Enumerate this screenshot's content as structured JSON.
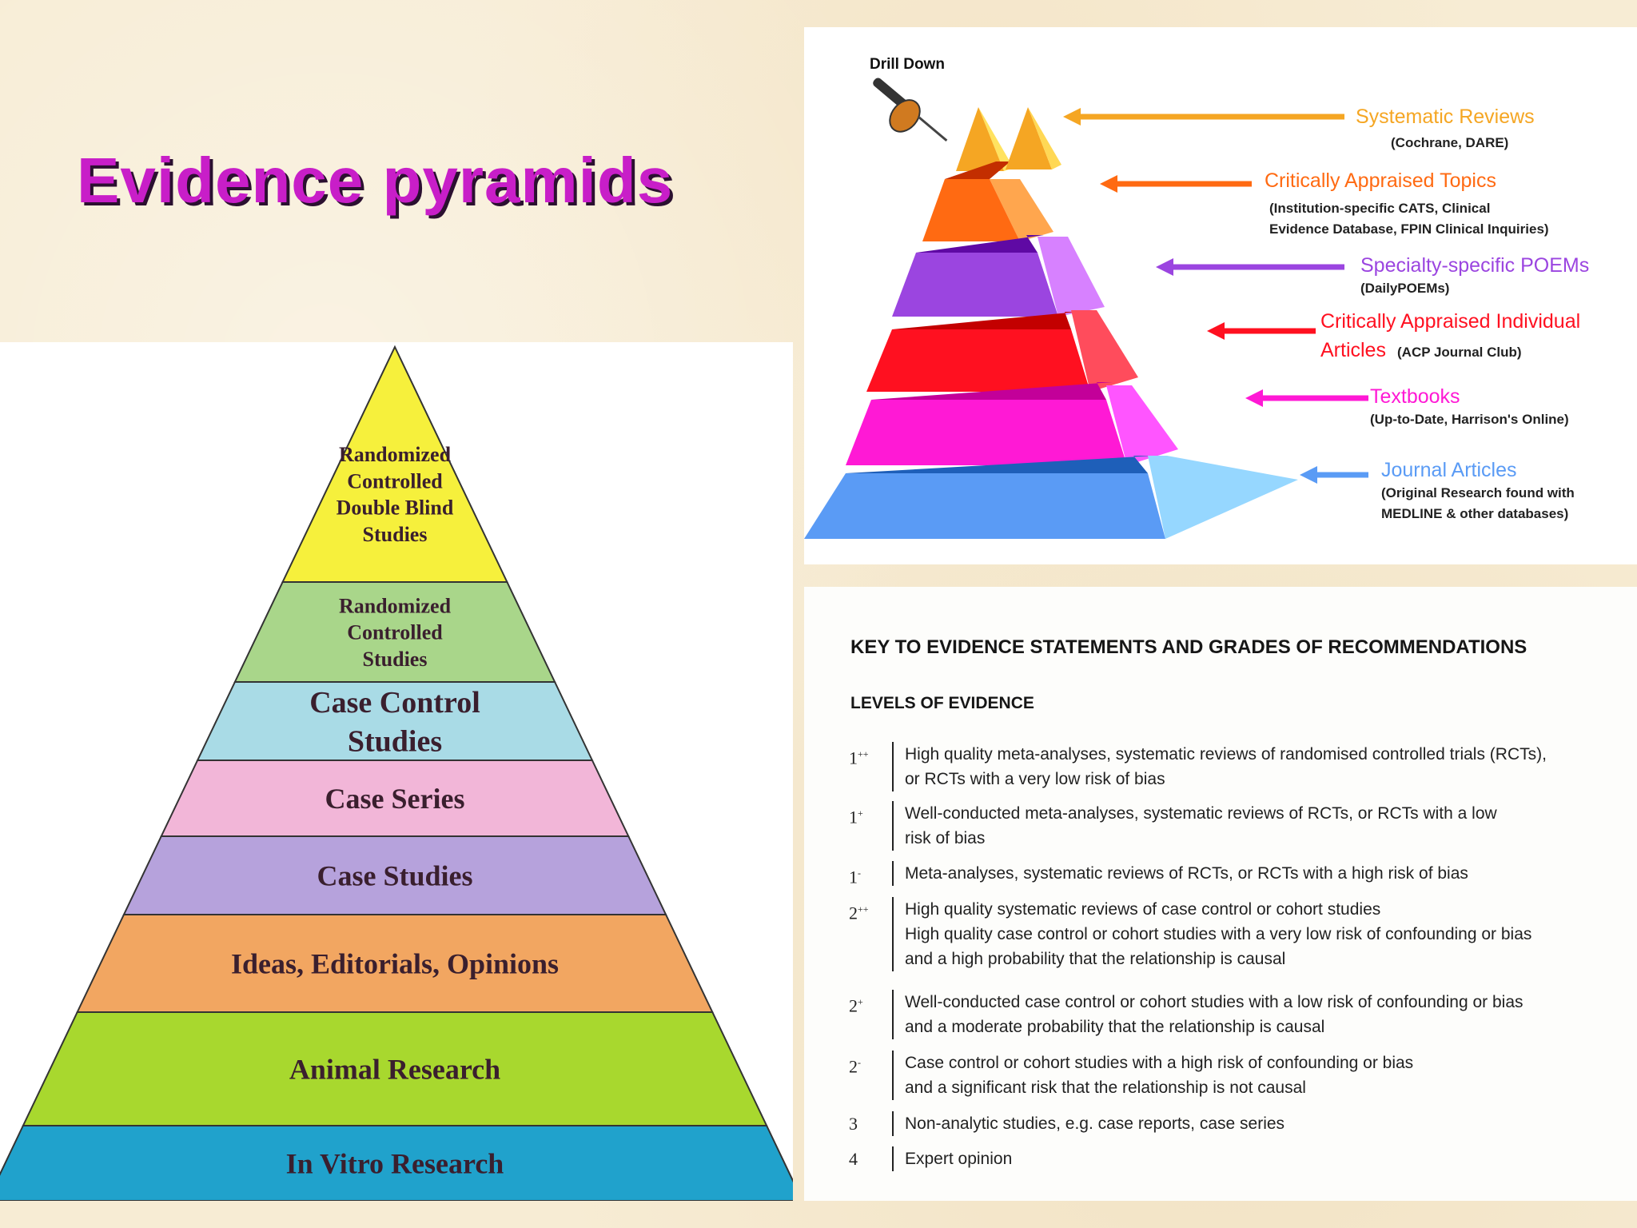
{
  "slide": {
    "title": "Evidence pyramids"
  },
  "left_pyramid": {
    "tiers": [
      {
        "lines": [
          "Randomized",
          "Controlled",
          "Double Blind",
          "Studies"
        ],
        "color": "#f6f03c"
      },
      {
        "lines": [
          "Randomized",
          "Controlled",
          "Studies"
        ],
        "color": "#a9d68a"
      },
      {
        "lines": [
          "Case Control",
          "Studies"
        ],
        "color": "#a9dbe6"
      },
      {
        "lines": [
          "Case Series"
        ],
        "color": "#f2b6d8"
      },
      {
        "lines": [
          "Case Studies"
        ],
        "color": "#b6a2dc"
      },
      {
        "lines": [
          "Ideas, Editorials, Opinions"
        ],
        "color": "#f2a661"
      },
      {
        "lines": [
          "Animal Research"
        ],
        "color": "#a8d82e"
      },
      {
        "lines": [
          "In Vitro Research"
        ],
        "color": "#20a2cc"
      }
    ]
  },
  "right_pyramid": {
    "drill_label": "Drill Down",
    "levels": [
      {
        "heading": "Systematic Reviews",
        "sub": [
          "(Cochrane, DARE)"
        ],
        "color": "#f5a623"
      },
      {
        "heading": "Critically Appraised Topics",
        "sub": [
          "(Institution-specific CATS, Clinical",
          "Evidence Database, FPIN Clinical Inquiries)"
        ],
        "color": "#ff6a12"
      },
      {
        "heading": "Specialty-specific POEMs",
        "sub": [
          "(DailyPOEMs)"
        ],
        "color": "#9b45e0"
      },
      {
        "heading": "Critically Appraised Individual",
        "heading_line2": "Articles",
        "sub_inline": "(ACP Journal Club)",
        "color": "#ff1020"
      },
      {
        "heading": "Textbooks",
        "sub": [
          "(Up-to-Date, Harrison's Online)"
        ],
        "color": "#ff19d5"
      },
      {
        "heading": "Journal Articles",
        "sub": [
          "(Original Research found with",
          "MEDLINE & other databases)"
        ],
        "color": "#5a9bf5"
      }
    ]
  },
  "key": {
    "title": "KEY TO EVIDENCE STATEMENTS AND GRADES OF RECOMMENDATIONS",
    "subtitle": "LEVELS OF EVIDENCE",
    "rows": [
      {
        "level": "1",
        "sup": "++",
        "lines": [
          "High quality meta-analyses, systematic reviews of randomised controlled trials (RCTs),",
          "or RCTs with a very low risk of bias"
        ]
      },
      {
        "level": "1",
        "sup": "+",
        "lines": [
          "Well-conducted meta-analyses, systematic reviews of RCTs, or RCTs with a low",
          "risk of bias"
        ]
      },
      {
        "level": "1",
        "sup": "-",
        "lines": [
          "Meta-analyses, systematic reviews of RCTs, or RCTs with a high risk of bias"
        ]
      },
      {
        "level": "2",
        "sup": "++",
        "lines": [
          "High quality systematic reviews of case control or cohort studies",
          "High quality case control or cohort studies with a very low risk of confounding or bias",
          "and a high probability that the relationship is causal"
        ]
      },
      {
        "level": "2",
        "sup": "+",
        "lines": [
          "Well-conducted case control or cohort studies with a low risk of confounding or bias",
          "and a moderate probability that the relationship is causal"
        ]
      },
      {
        "level": "2",
        "sup": "-",
        "lines": [
          "Case control or cohort studies with a high risk of confounding or bias",
          "and a significant risk that the relationship is not causal"
        ]
      },
      {
        "level": "3",
        "sup": "",
        "lines": [
          "Non-analytic studies, e.g. case reports, case series"
        ]
      },
      {
        "level": "4",
        "sup": "",
        "lines": [
          "Expert opinion"
        ]
      }
    ]
  }
}
